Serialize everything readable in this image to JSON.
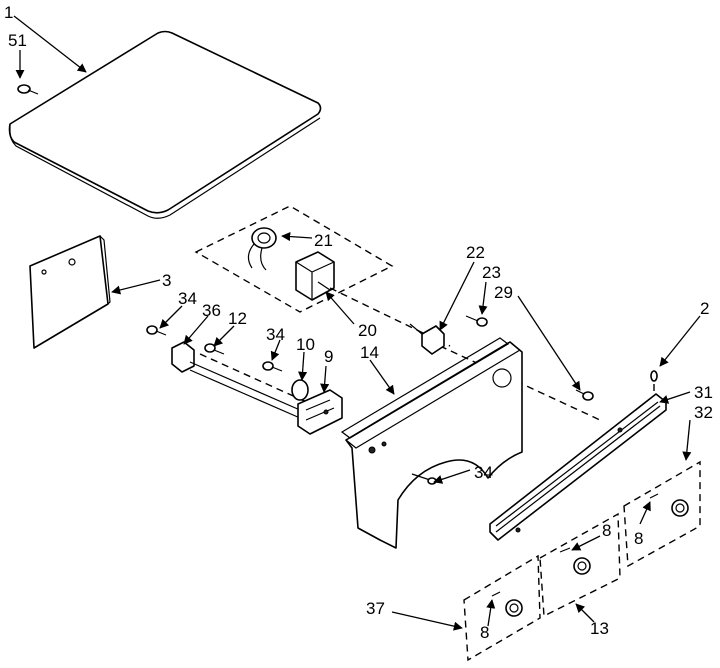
{
  "callouts": {
    "c1": "1",
    "c51": "51",
    "c21": "21",
    "c3": "3",
    "c34a": "34",
    "c36": "36",
    "c12": "12",
    "c34b": "34",
    "c10": "10",
    "c9": "9",
    "c20": "20",
    "c14": "14",
    "c22": "22",
    "c23": "23",
    "c29": "29",
    "c2": "2",
    "c31": "31",
    "c32": "32",
    "c34c": "34",
    "c8a": "8",
    "c8b": "8",
    "c8c": "8",
    "c37": "37",
    "c13": "13"
  }
}
